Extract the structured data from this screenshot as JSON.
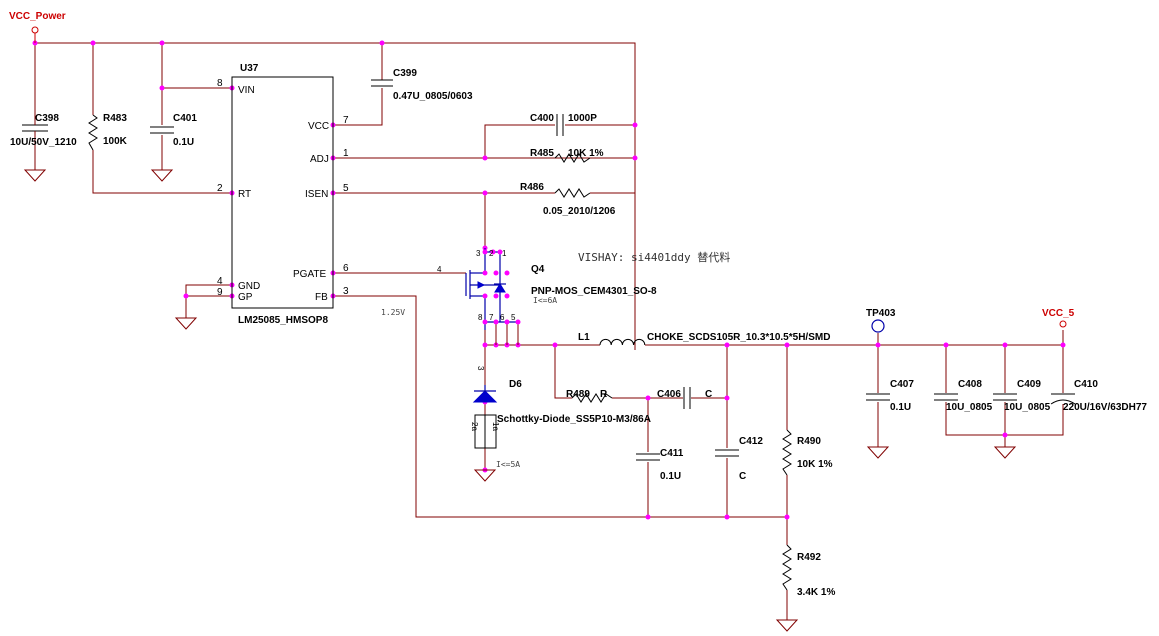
{
  "nets": {
    "vcc_power": "VCC_Power",
    "vcc_5": "VCC_5",
    "tp403": "TP403"
  },
  "ic": {
    "ref": "U37",
    "part": "LM25085_HMSOP8",
    "pins": {
      "vin": {
        "name": "VIN",
        "num": "8"
      },
      "rt": {
        "name": "RT",
        "num": "2"
      },
      "gnd": {
        "name": "GND",
        "num": "4"
      },
      "gp": {
        "name": "GP",
        "num": "9"
      },
      "vcc": {
        "name": "VCC",
        "num": "7"
      },
      "adj": {
        "name": "ADJ",
        "num": "1"
      },
      "isen": {
        "name": "ISEN",
        "num": "5"
      },
      "pgate": {
        "name": "PGATE",
        "num": "6"
      },
      "fb": {
        "name": "FB",
        "num": "3"
      }
    }
  },
  "components": {
    "c398": {
      "ref": "C398",
      "value": "10U/50V_1210"
    },
    "r483": {
      "ref": "R483",
      "value": "100K"
    },
    "c401": {
      "ref": "C401",
      "value": "0.1U"
    },
    "c399": {
      "ref": "C399",
      "value": "0.47U_0805/0603"
    },
    "c400": {
      "ref": "C400",
      "value": "1000P"
    },
    "r485": {
      "ref": "R485",
      "value": "10K 1%"
    },
    "r486": {
      "ref": "R486",
      "value": "0.05_2010/1206"
    },
    "q4": {
      "ref": "Q4",
      "value": "PNP-MOS_CEM4301_SO-8",
      "note": "I<=6A",
      "gate_pin": "4",
      "pins_top": [
        "3",
        "2",
        "1"
      ],
      "pins_bottom": [
        "8",
        "7",
        "6",
        "5"
      ]
    },
    "d6": {
      "ref": "D6",
      "value": "Schottky-Diode_SS5P10-M3/86A",
      "note": "I<=5A",
      "pin_a": "2a",
      "pin_b": "1a",
      "pin_top": "3"
    },
    "l1": {
      "ref": "L1",
      "value": "CHOKE_SCDS105R_10.3*10.5*5H/SMD"
    },
    "r489": {
      "ref": "R489",
      "value": "R"
    },
    "c406": {
      "ref": "C406",
      "value": "C"
    },
    "c411": {
      "ref": "C411",
      "value": "0.1U"
    },
    "c412": {
      "ref": "C412",
      "value": "C"
    },
    "r490": {
      "ref": "R490",
      "value": "10K 1%"
    },
    "r492": {
      "ref": "R492",
      "value": "3.4K 1%"
    },
    "c407": {
      "ref": "C407",
      "value": "0.1U"
    },
    "c408": {
      "ref": "C408",
      "value": "10U_0805"
    },
    "c409": {
      "ref": "C409",
      "value": "10U_0805"
    },
    "c410": {
      "ref": "C410",
      "value": "220U/16V/63DH77"
    }
  },
  "annotations": {
    "fb_voltage": "1.25V",
    "vishay_note": "VISHAY: si4401ddy 替代料"
  }
}
